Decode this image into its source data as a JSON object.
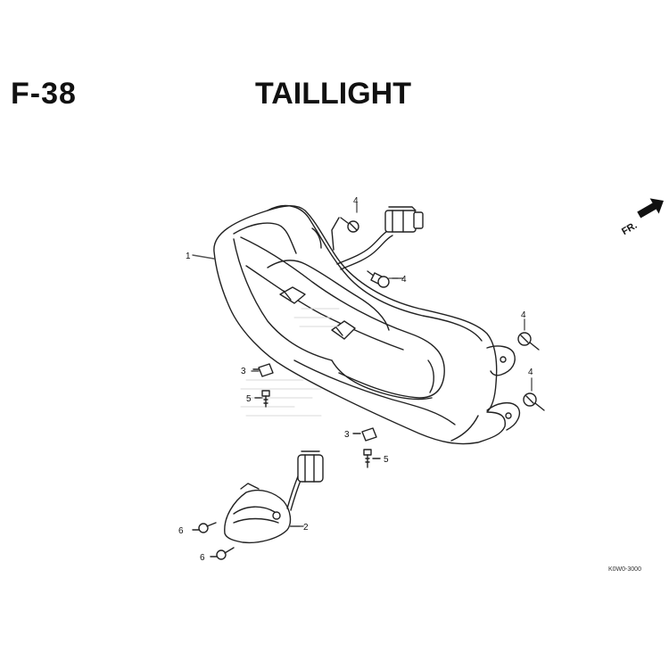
{
  "header": {
    "page_code": "F-38",
    "title": "TAILLIGHT"
  },
  "callouts": {
    "taillight_assy": "1",
    "license_light": "2",
    "nut_left": "3",
    "nut_lower": "3",
    "screw_top": "4",
    "screw_mid": "4",
    "screw_right_upper": "4",
    "screw_right_lower": "4",
    "bolt_left": "5",
    "bolt_lower": "5",
    "screw_6_upper": "6",
    "screw_6_lower": "6"
  },
  "direction_marker": "FR.",
  "diagram_code": "K0W0-3000"
}
